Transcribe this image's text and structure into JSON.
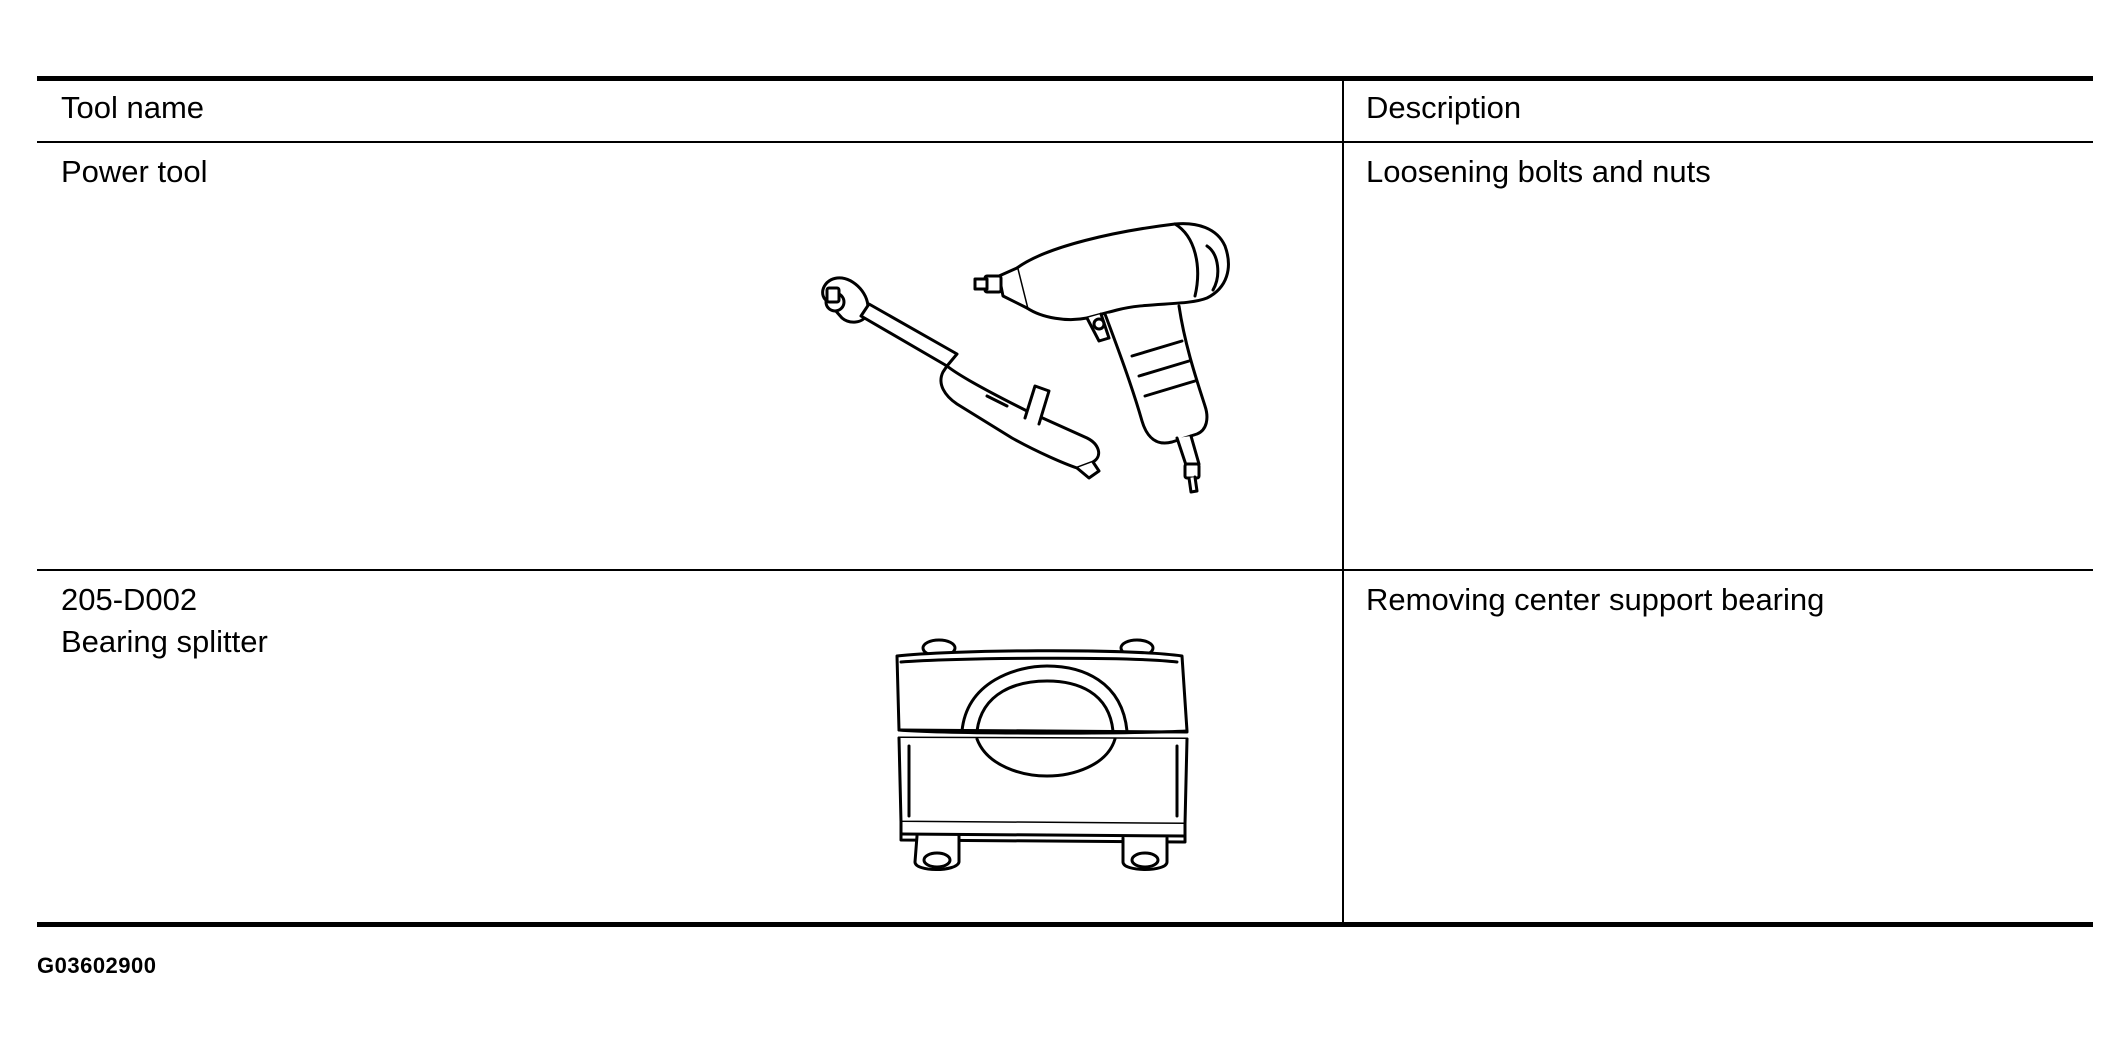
{
  "table": {
    "headers": [
      "Tool name",
      "Description"
    ],
    "rows": [
      {
        "tool_name_lines": [
          "Power tool"
        ],
        "description": "Loosening bolts and nuts",
        "illustration": "power-tools-drawing"
      },
      {
        "tool_name_lines": [
          "205-D002",
          "Bearing splitter"
        ],
        "description": "Removing center support bearing",
        "illustration": "bearing-splitter-drawing"
      }
    ]
  },
  "footer": {
    "figure_code": "G03602900"
  }
}
